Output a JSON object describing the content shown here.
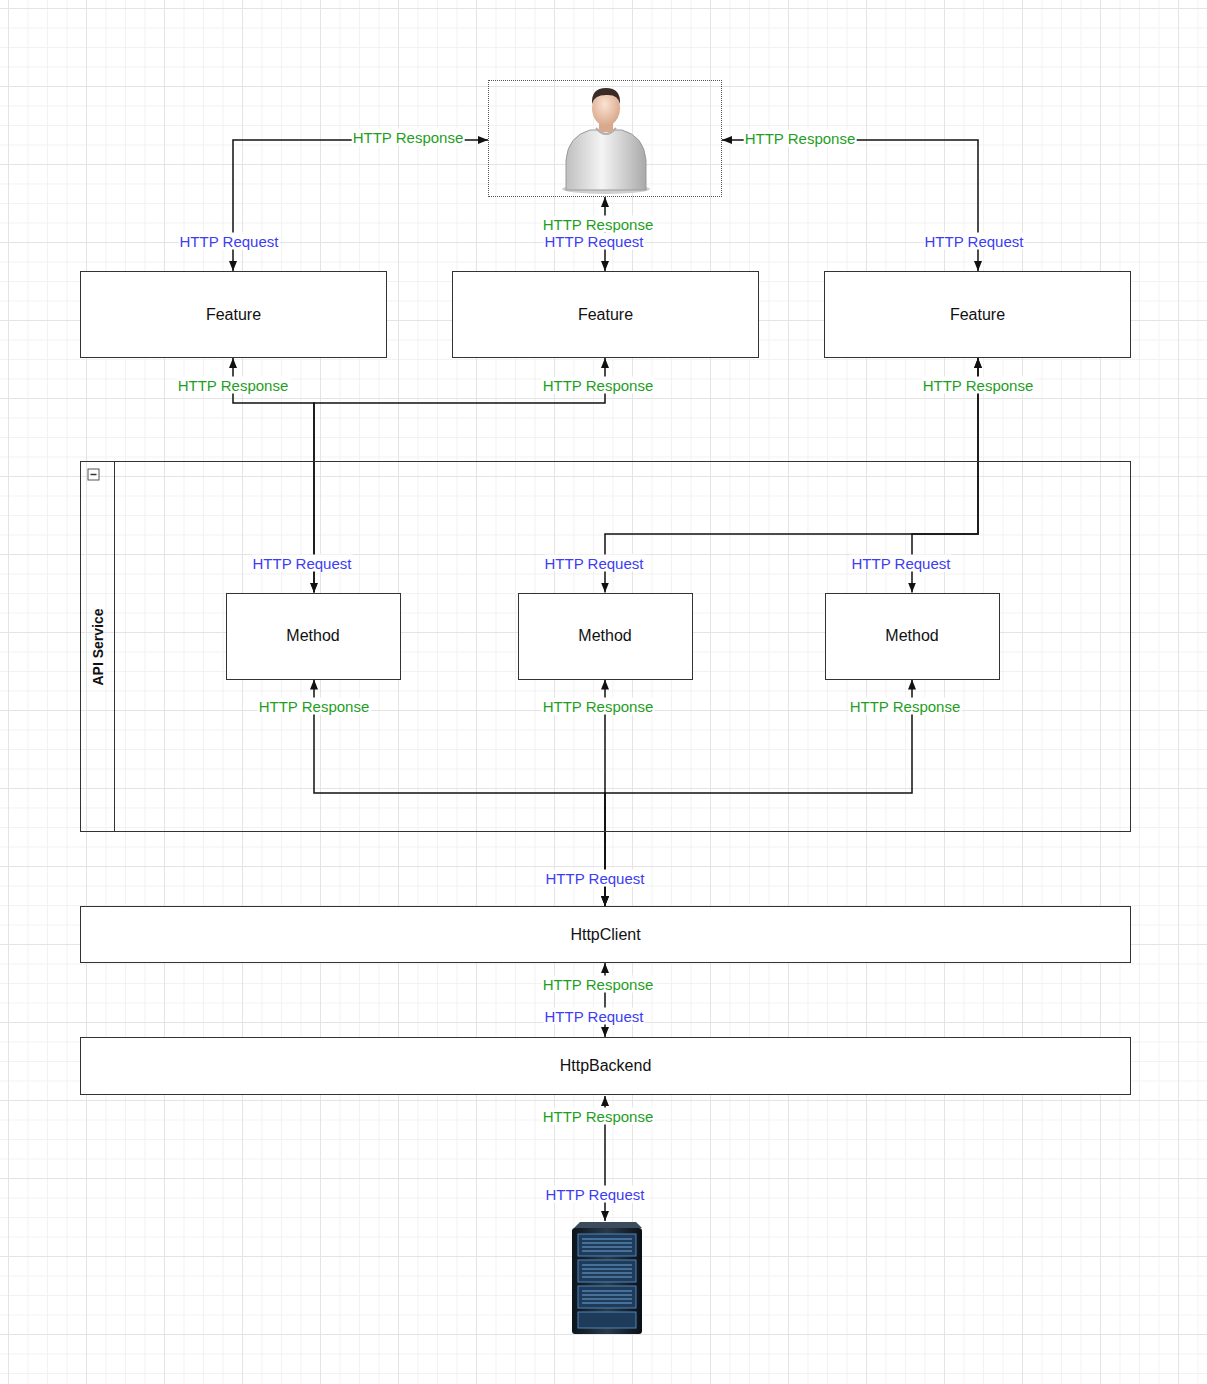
{
  "diagram": {
    "nodes": [
      {
        "text": []
      },
      {
        "text": [
          "Feature"
        ]
      },
      {
        "text": [
          "Feature"
        ]
      },
      {
        "text": [
          "Feature"
        ]
      },
      {
        "text": [
          "API Service"
        ]
      },
      {
        "text": [
          "Method"
        ],
        "in": 4
      },
      {
        "text": [
          "Method"
        ],
        "in": 4
      },
      {
        "text": [
          "Method"
        ],
        "in": 4
      },
      {
        "text": [
          "HttpClient"
        ]
      },
      {
        "text": [
          "HttpBackend"
        ]
      }
    ],
    "edges": [
      {
        "from": 1,
        "to": 0,
        "arrow": "both"
      },
      {
        "from": 2,
        "to": 0,
        "arrow": "both"
      },
      {
        "from": 3,
        "to": 0,
        "arrow": "both"
      },
      {
        "from": 1,
        "to": 5,
        "arrow": "both"
      },
      {
        "from": 2,
        "to": 5,
        "arrow": "both"
      },
      {
        "from": 3,
        "to": 6,
        "arrow": "both"
      },
      {
        "from": 3,
        "to": 7,
        "arrow": "both"
      },
      {
        "from": 5,
        "to": 8,
        "arrow": "both"
      },
      {
        "from": 6,
        "to": 8,
        "arrow": "both"
      },
      {
        "from": 7,
        "to": 8,
        "arrow": "both"
      },
      {
        "from": 8,
        "to": 9,
        "arrow": "both"
      }
    ],
    "labels": [
      "HTTP Response",
      "HTTP Response",
      "HTTP Response",
      "HTTP Request",
      "HTTP Request",
      "HTTP Request",
      "HTTP Response",
      "HTTP Response",
      "HTTP Response",
      "HTTP Request",
      "HTTP Request",
      "HTTP Request",
      "HTTP Response",
      "HTTP Response",
      "HTTP Response",
      "HTTP Request",
      "HTTP Response",
      "HTTP Request",
      "HTTP Response",
      "HTTP Request"
    ]
  }
}
